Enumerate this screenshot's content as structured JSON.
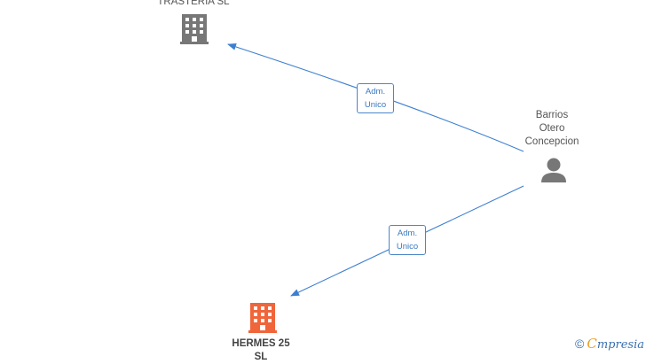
{
  "nodes": {
    "company_top": {
      "label": "TRASTERIA SL",
      "icon": "building-icon",
      "color": "#777777"
    },
    "company_bottom": {
      "label_line1": "HERMES 25",
      "label_line2": "SL",
      "icon": "building-icon",
      "color": "#f0653a"
    },
    "person": {
      "label_line1": "Barrios",
      "label_line2": "Otero",
      "label_line3": "Concepcion",
      "icon": "person-icon",
      "color": "#777777"
    }
  },
  "edges": [
    {
      "from": "person",
      "to": "company_top",
      "label_line1": "Adm.",
      "label_line2": "Unico"
    },
    {
      "from": "person",
      "to": "company_bottom",
      "label_line1": "Adm.",
      "label_line2": "Unico"
    }
  ],
  "colors": {
    "edge": "#3d7fcf",
    "edge_label_border": "#4a86c8",
    "edge_label_text": "#3a78c2"
  },
  "brand": {
    "copyright": "©",
    "logo_first": "C",
    "logo_rest": "mpresia"
  }
}
